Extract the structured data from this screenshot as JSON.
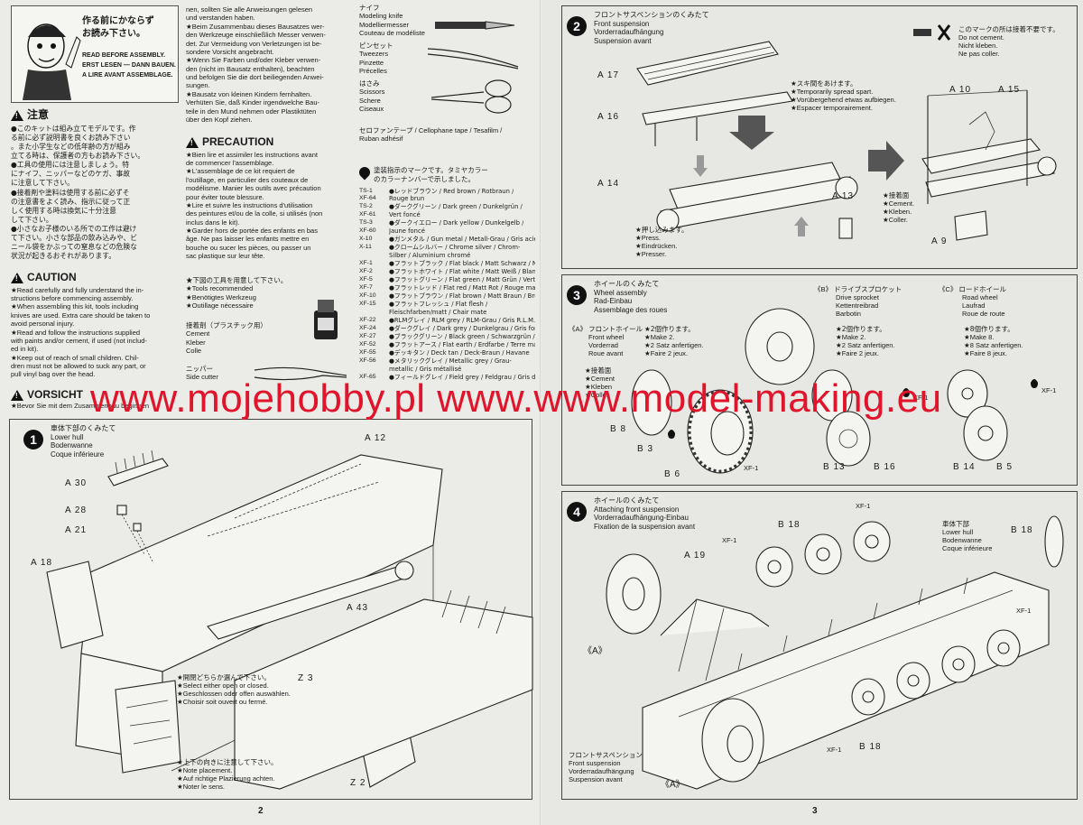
{
  "page_left": {
    "page_number": "2",
    "intro_jp": [
      "作る前にかならず",
      "お読み下さい。"
    ],
    "intro_en": [
      "READ BEFORE ASSEMBLY.",
      "ERST LESEN — DANN BAUEN.",
      "A LIRE AVANT ASSEMBLAGE."
    ],
    "caution_jp_title": "注意",
    "caution_jp_lines": [
      "●このキットは組み立てモデルです。作",
      "る前に必ず説明書を良くお読み下さい",
      "。また小学生などの低年齢の方が組み",
      "立てる時は、保護者の方もお読み下さい。",
      "●工具の使用には注意しましょう。特",
      "にナイフ、ニッパーなどのケガ、事故",
      "に注意して下さい。",
      "●接着剤や塗料は使用する前に必ずそ",
      "の注意書をよく読み、指示に従って正",
      "しく使用する時は換気に十分注意",
      "して下さい。",
      "●小さなお子様のいる所での工作は避け",
      "て下さい。小さな部品の飲み込みや、ビ",
      "ニール袋をかぶっての窒息などの危険な",
      "状況が起きるおそれがあります。"
    ],
    "caution_title": "CAUTION",
    "caution_lines": [
      "★Read carefully and fully understand the in-",
      "structions before commencing assembly.",
      "★When assembling this kit, tools including",
      "knives are used. Extra care should be taken to",
      "avoid personal injury.",
      "★Read and follow the instructions supplied",
      "with paints and/or cement, if used (not includ-",
      "ed in kit).",
      "★Keep out of reach of small children. Chil-",
      "dren must not be allowed to suck any part, or",
      "pull vinyl bag over the head."
    ],
    "vorsicht_title": "VORSICHT",
    "vorsicht_line": "★Bevor Sie mit dem Zusammenbau beginnen",
    "de_lines": [
      "nen, sollten Sie alle Anweisungen gelesen",
      "und verstanden haben.",
      "★Beim Zusammenbau dieses Bausatzes wer-",
      "den Werkzeuge einschließlich Messer verwen-",
      "det. Zur Vermeidung von Verletzungen ist be-",
      "sondere Vorsicht angebracht.",
      "★Wenn Sie Farben und/oder Kleber verwen-",
      "den (nicht im Bausatz enthalten), beachten",
      "und befolgen Sie die dort beiliegenden Anwei-",
      "sungen.",
      "★Bausatz von kleinen Kindern fernhalten.",
      "Verhüten Sie, daß Kinder irgendwelche Bau-",
      "teile in den Mund nehmen oder Plastiktüten",
      "über den Kopf ziehen."
    ],
    "precaution_title": "PRECAUTION",
    "precaution_lines": [
      "★Bien lire et assimiler les instructions avant",
      "de commencer l'assemblage.",
      "★L'assemblage de ce kit requiert de",
      "l'outillage, en particulier des couteaux de",
      "modélisme. Manier les outils avec précaution",
      "pour éviter toute blessure.",
      "★Lire et suivre les instructions d'utilisation",
      "des peintures et/ou de la colle, si utilisés (non",
      "inclus dans le kit).",
      "★Garder hors de portée des enfants en bas",
      "âge. Ne pas laisser les enfants mettre en",
      "bouche ou sucer les pièces, ou passer un",
      "sac plastique sur leur tête."
    ],
    "tools_header": [
      "★下図の工具を用意して下さい。",
      "★Tools recommended",
      "★Benötigtes Werkzeug",
      "★Outillage nécessaire"
    ],
    "cement_jp": "接着剤（プラスチック用）",
    "cement_lines": [
      "Cement",
      "Kleber",
      "Colle"
    ],
    "nipper_jp": "ニッパー",
    "nipper_lines": [
      "Side cutter"
    ],
    "knife_jp": "ナイフ",
    "knife_lines": [
      "Modeling knife",
      "Modelliermesser",
      "Couteau de modéliste"
    ],
    "tweezers_jp": "ピンセット",
    "tweezers_lines": [
      "Tweezers",
      "Pinzette",
      "Précelles"
    ],
    "scissors_jp": "はさみ",
    "scissors_lines": [
      "Scissors",
      "Schere",
      "Ciseaux"
    ],
    "tape_jp": "セロファンテープ",
    "tape_lines": [
      "/ Cellophane tape / Tesafilm /",
      "Ruban adhésif"
    ],
    "paint_header": [
      "塗装指示のマークです。タミヤカラー",
      "のカラーナンバーで示しました。"
    ],
    "paints": [
      {
        "code": "TS-1\nXF-64",
        "name": "●レッドブラウン / Red brown / Rotbraun /",
        "name2": "Rouge brun"
      },
      {
        "code": "TS-2\nXF-61",
        "name": "●ダークグリーン / Dark green / Dunkelgrün /",
        "name2": "Vert foncé"
      },
      {
        "code": "TS-3\nXF-60",
        "name": "●ダークイエロー / Dark yellow / Dunkelgelb /",
        "name2": "Jaune foncé"
      },
      {
        "code": "X-10",
        "name": "●ガンメタル / Gun metal / Metall-Grau / Gris acier",
        "name2": ""
      },
      {
        "code": "X-11",
        "name": "●クロームシルバー / Chrome silver / Chrom-",
        "name2": "Silber / Aluminium chromé"
      },
      {
        "code": "XF-1",
        "name": "●フラットブラック / Flat black / Matt Schwarz / Noir mat",
        "name2": ""
      },
      {
        "code": "XF-2",
        "name": "●フラットホワイト / Flat white / Matt Weiß / Blanc mat",
        "name2": ""
      },
      {
        "code": "XF-5",
        "name": "●フラットグリーン / Flat green / Matt Grün / Vert mat",
        "name2": ""
      },
      {
        "code": "XF-7",
        "name": "●フラットレッド / Flat red / Matt Rot / Rouge mat",
        "name2": ""
      },
      {
        "code": "XF-10",
        "name": "●フラットブラウン / Flat brown / Matt Braun / Brun mat",
        "name2": ""
      },
      {
        "code": "XF-15",
        "name": "●フラットフレッシュ / Flat flesh /",
        "name2": "Fleischfarben/matt / Chair mate"
      },
      {
        "code": "XF-22",
        "name": "●RLMグレイ / RLM grey / RLM-Grau / Gris R.L.M.",
        "name2": ""
      },
      {
        "code": "XF-24",
        "name": "●ダークグレイ / Dark grey / Dunkelgrau / Gris foncé",
        "name2": ""
      },
      {
        "code": "XF-27",
        "name": "●ブラックグリーン / Black green / Schwarzgrün / Vert noir",
        "name2": ""
      },
      {
        "code": "XF-52",
        "name": "●フラットアース / Flat earth / Erdfarbe / Terre mate",
        "name2": ""
      },
      {
        "code": "XF-55",
        "name": "●デッキタン / Deck tan / Deck-Braun / Havane",
        "name2": ""
      },
      {
        "code": "XF-56",
        "name": "●メタリックグレイ / Metallic grey / Grau-",
        "name2": "metallic / Gris métallisé"
      },
      {
        "code": "XF-65",
        "name": "●フィールドグレイ / Field grey / Feldgrau / Gris de campagne",
        "name2": ""
      }
    ],
    "step1": {
      "number": "1",
      "jp": "車体下部のくみたて",
      "lines": [
        "Lower hull",
        "Bodenwanne",
        "Coque inférieure"
      ],
      "parts": [
        "A 12",
        "A 30",
        "A 28",
        "A 21",
        "A 18",
        "A 43",
        "Z 3",
        "Z 2"
      ],
      "note1_jp": "★開閉どちらか選んで下さい。",
      "note1": [
        "★Select either open or closed.",
        "★Geschlossen oder offen auswählen.",
        "★Choisir soit ouvert ou fermé."
      ],
      "note2_jp": "★上下の向きに注意して下さい。",
      "note2": [
        "★Note placement.",
        "★Auf richtige Plazierung achten.",
        "★Noter le sens."
      ]
    }
  },
  "page_right": {
    "page_number": "3",
    "step2": {
      "number": "2",
      "jp": "フロントサスペンションのくみたて",
      "lines": [
        "Front suspension",
        "Vorderradaufhängung",
        "Suspension avant"
      ],
      "no_cement_jp": "このマークの所は接着不要です。",
      "no_cement": [
        "Do not cement.",
        "Nicht kleben.",
        "Ne pas coller."
      ],
      "spread_jp": "★スキ間をあけます。",
      "spread": [
        "★Temporarily spread spart.",
        "★Vorübergehend etwas aufbiegen.",
        "★Espacer temporairement."
      ],
      "press_jp": "★押し込みます。",
      "press": [
        "★Press.",
        "★Eindrücken.",
        "★Presser."
      ],
      "cement_jp": "★接着面",
      "cement": [
        "★Cement.",
        "★Kleben.",
        "★Coller."
      ],
      "parts": [
        "A 17",
        "A 16",
        "A 14",
        "A 13",
        "A 10",
        "A 15",
        "A 9"
      ]
    },
    "step3": {
      "number": "3",
      "jp": "ホイールのくみたて",
      "lines": [
        "Wheel assembly",
        "Rad-Einbau",
        "Assemblage des roues"
      ],
      "a_label": "《A》",
      "a_jp": "フロントホイール",
      "a_lines": [
        "Front wheel",
        "Vorderrad",
        "Roue avant"
      ],
      "a_make": [
        "★2個作ります。",
        "★Make 2.",
        "★2 Satz anfertigen.",
        "★Faire 2 jeux."
      ],
      "b_label": "《B》",
      "b_jp": "ドライブスプロケット",
      "b_lines": [
        "Drive sprocket",
        "Kettentreibrad",
        "Barbotin"
      ],
      "b_make": [
        "★2個作ります。",
        "★Make 2.",
        "★2 Satz anfertigen.",
        "★Faire 2 jeux."
      ],
      "c_label": "《C》",
      "c_jp": "ロードホイール",
      "c_lines": [
        "Road wheel",
        "Laufrad",
        "Roue de route"
      ],
      "c_make": [
        "★8個作ります。",
        "★Make 8.",
        "★8 Satz anfertigen.",
        "★Faire 8 jeux."
      ],
      "cement_jp": "★接着面",
      "cement": [
        "★Cement",
        "★Kleben",
        "★Coller"
      ],
      "parts": [
        "B 8",
        "B 3",
        "B 6",
        "B 13",
        "B 16",
        "B 14",
        "B 5"
      ],
      "paint_marks": [
        "XF-1",
        "XF-1",
        "XF-1"
      ]
    },
    "step4": {
      "number": "4",
      "jp": "ホイールのくみたて",
      "lines": [
        "Attaching front suspension",
        "Vorderradaufhängung-Einbau",
        "Fixation de la suspension avant"
      ],
      "hull_jp": "車体下部",
      "hull": [
        "Lower hull",
        "Bodenwanne",
        "Coque inférieure"
      ],
      "front_jp": "フロントサスペンション",
      "front": [
        "Front suspension",
        "Vorderradaufhängung",
        "Suspension avant"
      ],
      "parts": [
        "A 19",
        "B 18",
        "B 18",
        "B 18"
      ],
      "a_marks": [
        "《A》",
        "《A》"
      ],
      "paint_marks": [
        "XF-1",
        "XF-1",
        "XF-1",
        "XF-1"
      ]
    }
  },
  "watermark": "www.mojehobby.pl www.www.model-making.eu"
}
